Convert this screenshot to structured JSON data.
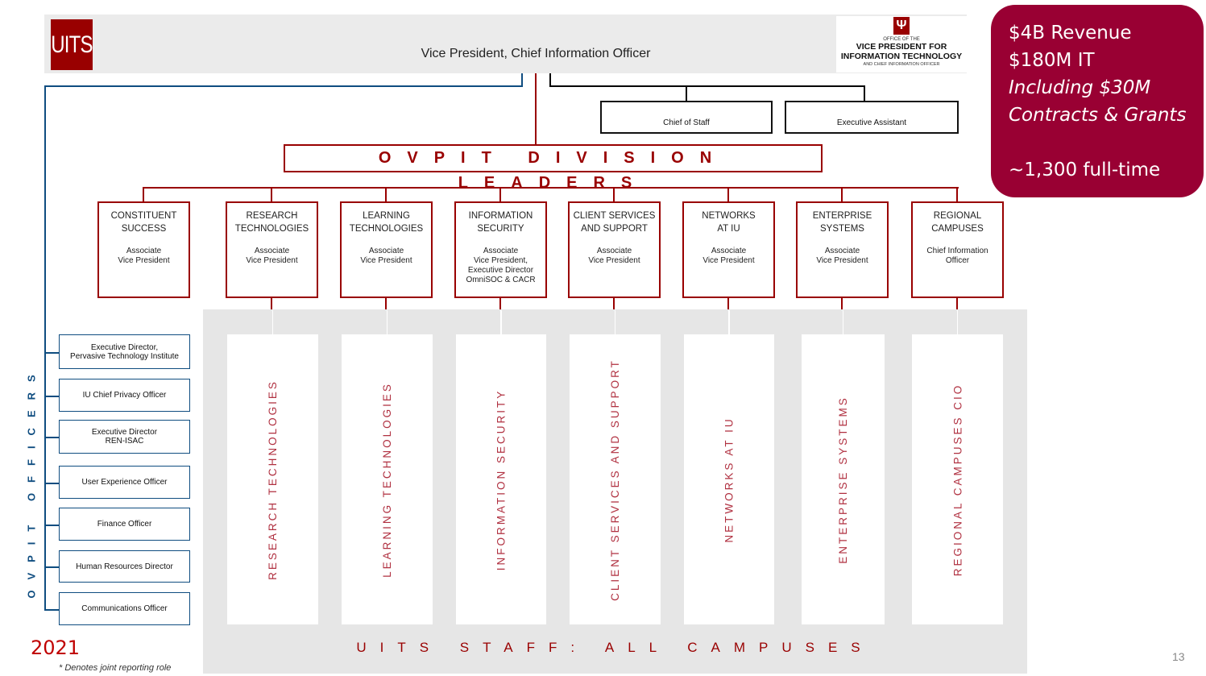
{
  "header": {
    "logo_text": "UITS",
    "title": "Vice President, Chief Information Officer",
    "office_line1": "OFFICE OF THE",
    "office_line2": "VICE PRESIDENT FOR",
    "office_line3": "INFORMATION TECHNOLOGY",
    "office_line4": "AND CHIEF INFORMATION OFFICER",
    "office_icon": "indiana-trident-icon"
  },
  "staff_boxes": {
    "chief_of_staff": "Chief of Staff",
    "executive_assistant": "Executive Assistant"
  },
  "division_title": "OVPIT DIVISION LEADERS",
  "leaders": [
    {
      "title": "CONSTITUENT\nSUCCESS",
      "role": "Associate\nVice President"
    },
    {
      "title": "RESEARCH\nTECHNOLOGIES",
      "role": "Associate\nVice President"
    },
    {
      "title": "LEARNING\nTECHNOLOGIES",
      "role": "Associate\nVice President"
    },
    {
      "title": "INFORMATION\nSECURITY",
      "role": "Associate\nVice President,\nExecutive Director\nOmniSOC & CACR"
    },
    {
      "title": "CLIENT SERVICES\nAND SUPPORT",
      "role": "Associate\nVice President"
    },
    {
      "title": "NETWORKS\nAT IU",
      "role": "Associate\nVice President"
    },
    {
      "title": "ENTERPRISE\nSYSTEMS",
      "role": "Associate\nVice President"
    },
    {
      "title": "REGIONAL\nCAMPUSES",
      "role": "Chief Information\nOfficer"
    }
  ],
  "staff_columns": [
    "RESEARCH TECHNOLOGIES",
    "LEARNING TECHNOLOGIES",
    "INFORMATION SECURITY",
    "CLIENT SERVICES AND SUPPORT",
    "NETWORKS AT IU",
    "ENTERPRISE SYSTEMS",
    "REGIONAL CAMPUSES CIO"
  ],
  "staff_label": "UITS STAFF: ALL CAMPUSES",
  "officers_label": "OVPIT OFFICERS",
  "officers": [
    "Executive Director,\nPervasive Technology Institute",
    "IU Chief Privacy Officer",
    "Executive Director\nREN-ISAC",
    "User Experience Officer",
    "Finance Officer",
    "Human Resources Director",
    "Communications Officer"
  ],
  "stats": {
    "line1": "$4B Revenue",
    "line2": "$180M IT",
    "line3": "Including $30M",
    "line4": "Contracts & Grants",
    "line5": "~1,300 full-time"
  },
  "footer": {
    "year": "2021",
    "footnote": "* Denotes joint reporting role",
    "page_number": "13"
  }
}
